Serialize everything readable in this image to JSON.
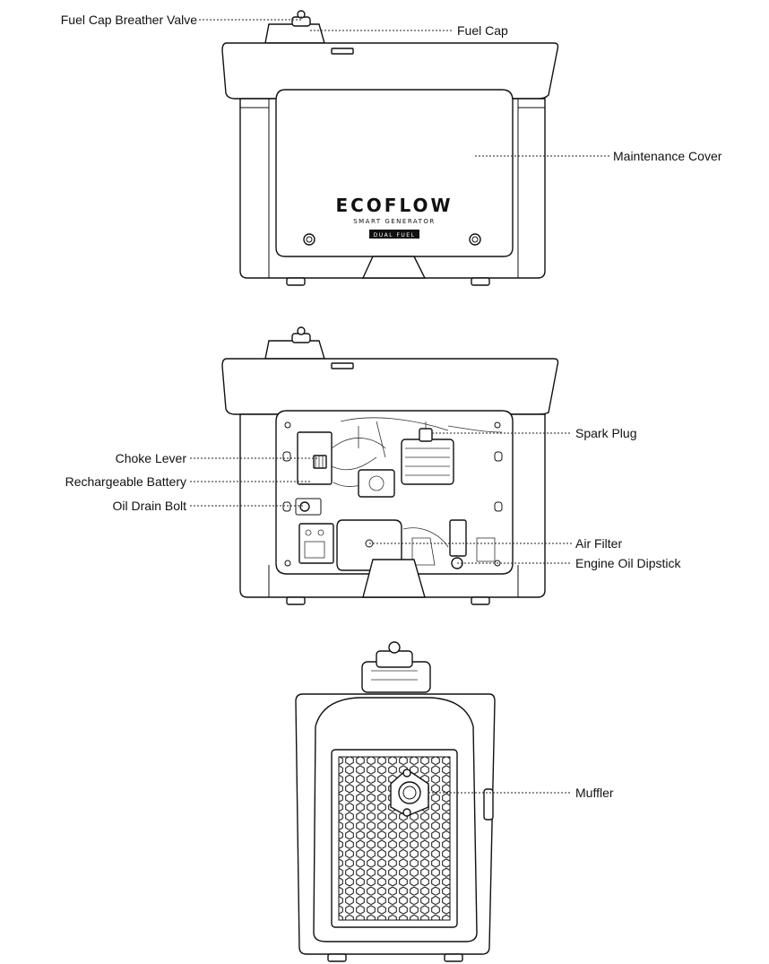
{
  "brand": {
    "name": "ECOFLOW",
    "subtitle": "SMART GENERATOR",
    "badge": "DUAL FUEL"
  },
  "labels": {
    "fuel_cap_breather_valve": "Fuel Cap Breather Valve",
    "fuel_cap": "Fuel Cap",
    "maintenance_cover": "Maintenance Cover",
    "spark_plug": "Spark Plug",
    "choke_lever": "Choke Lever",
    "rechargeable_battery": "Rechargeable Battery",
    "oil_drain_bolt": "Oil Drain Bolt",
    "air_filter": "Air Filter",
    "engine_oil_dipstick": "Engine Oil Dipstick",
    "muffler": "Muffler"
  }
}
